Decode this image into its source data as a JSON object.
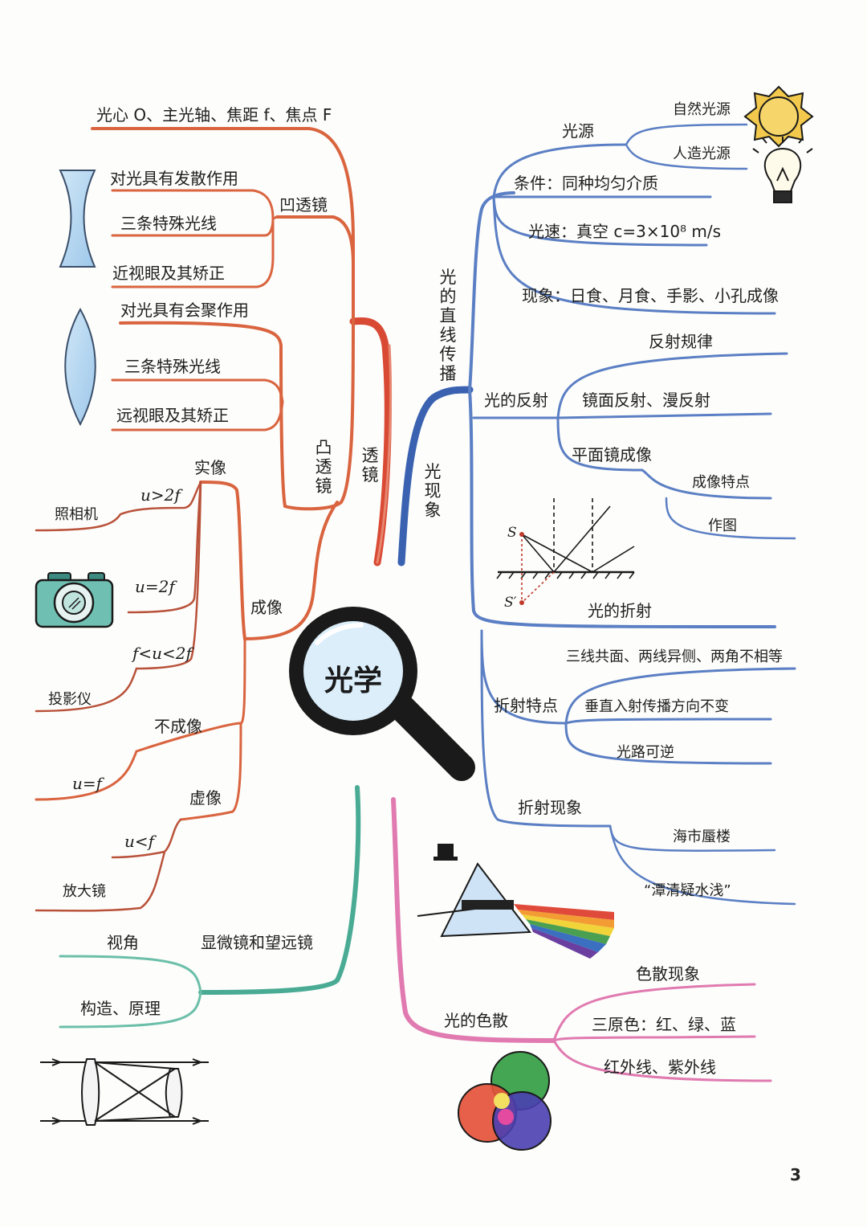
{
  "center": "光学",
  "page_number": "3",
  "branches": {
    "lens": {
      "title": "透镜",
      "basics": "光心 O、主光轴、焦距 f、焦点 F",
      "concave": {
        "title": "凹透镜",
        "items": [
          "对光具有发散作用",
          "三条特殊光线",
          "近视眼及其矫正"
        ]
      },
      "convex": {
        "title": "凸透镜",
        "items": [
          "对光具有会聚作用",
          "三条特殊光线",
          "远视眼及其矫正"
        ]
      },
      "imaging": {
        "title": "成像",
        "real_image": "实像",
        "u_gt_2f": "u>2f",
        "camera": "照相机",
        "u_eq_2f": "u=2f",
        "f_lt_u_lt_2f": "f<u<2f",
        "projector": "投影仪",
        "no_image": "不成像",
        "u_eq_f": "u=f",
        "virtual_image": "虚像",
        "u_lt_f": "u<f",
        "magnifier": "放大镜"
      }
    },
    "telescope": {
      "title": "显微镜和望远镜",
      "items": [
        "视角",
        "构造、原理"
      ]
    },
    "phenomena": {
      "title": "光现象",
      "straight": {
        "title": "光的直线传播",
        "source": "光源",
        "natural": "自然光源",
        "artificial": "人造光源",
        "condition": "条件：同种均匀介质",
        "speed": "光速：真空 c=3×10⁸ m/s",
        "phenomena": "现象：日食、月食、手影、小孔成像"
      },
      "reflection": {
        "title": "光的反射",
        "law": "反射规律",
        "types": "镜面反射、漫反射",
        "plane_mirror": "平面镜成像",
        "features": "成像特点",
        "drawing": "作图",
        "S": "S",
        "S_prime": "S′"
      },
      "refraction": {
        "title": "光的折射",
        "features_title": "折射特点",
        "features": [
          "三线共面、两线异侧、两角不相等",
          "垂直入射传播方向不变",
          "光路可逆"
        ],
        "phenomena_title": "折射现象",
        "phenomena": [
          "海市蜃楼",
          "“潭清疑水浅”"
        ]
      }
    },
    "dispersion": {
      "title": "光的色散",
      "items": [
        "色散现象",
        "三原色：红、绿、蓝",
        "红外线、紫外线"
      ]
    }
  },
  "colors": {
    "orange": "#d9643f",
    "red": "#d94a34",
    "blue": "#3a62b0",
    "blue_light": "#5b7fc4",
    "teal": "#4aab95",
    "pink": "#e07ab0",
    "navy": "#2d4a8a"
  }
}
